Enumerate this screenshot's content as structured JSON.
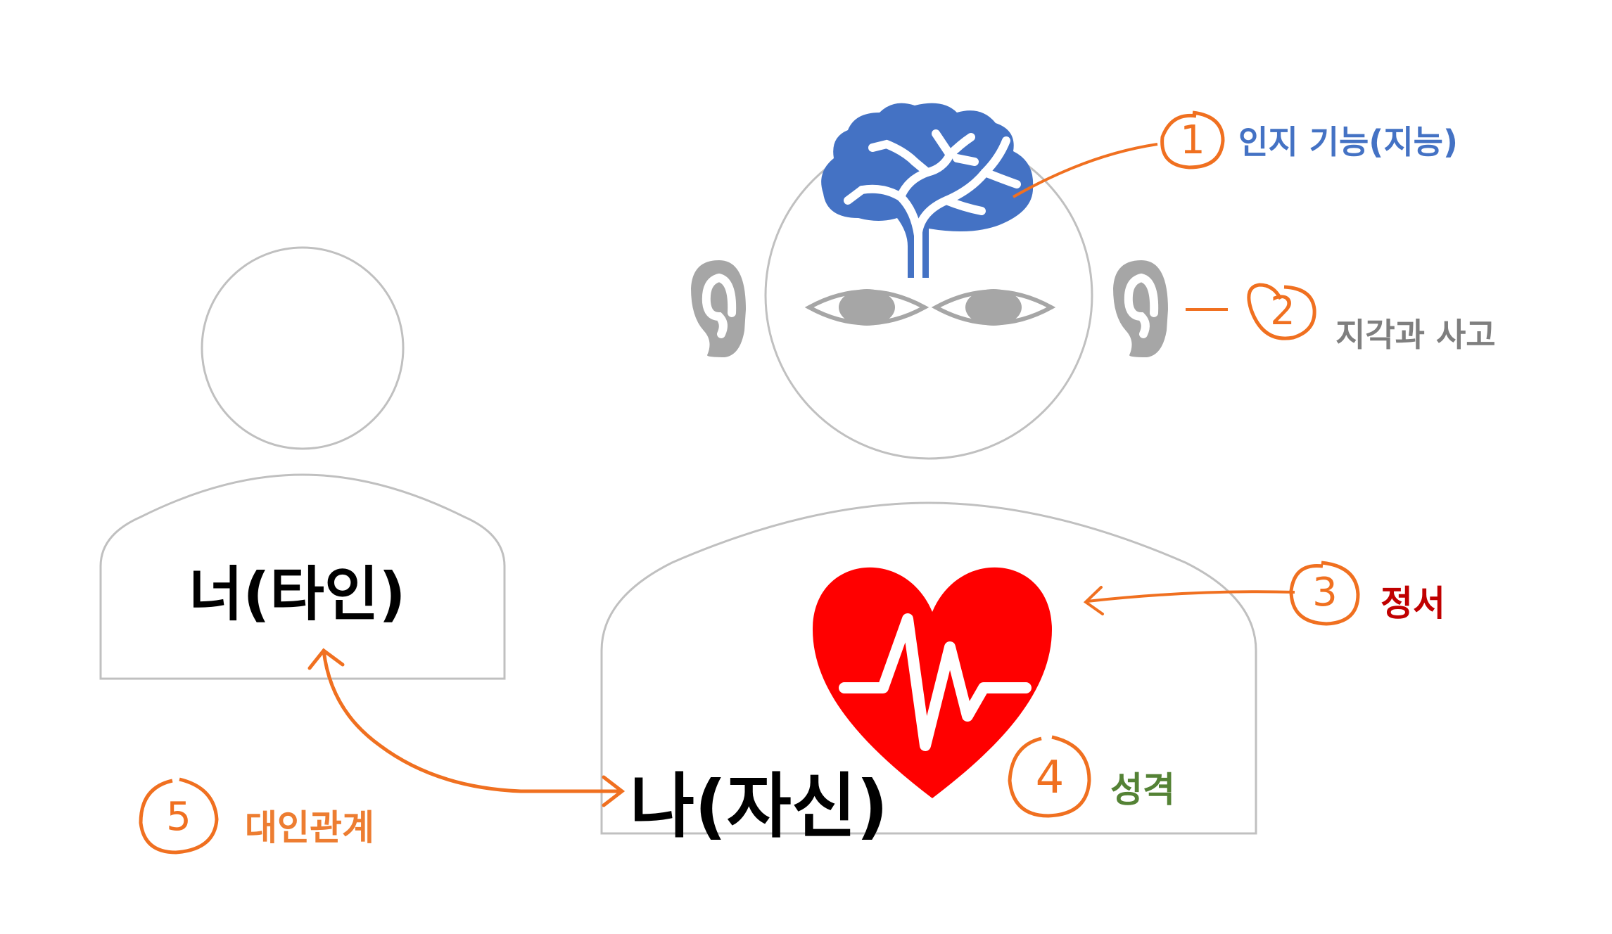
{
  "figures": {
    "other": {
      "label": "너(타인)"
    },
    "self": {
      "label": "나(자신)"
    }
  },
  "annotations": [
    {
      "number": "1",
      "label": "인지 기능(지능)",
      "color": "#4472c4"
    },
    {
      "number": "2",
      "label": "지각과 사고",
      "color": "#7f7f7f"
    },
    {
      "number": "3",
      "label": "정서",
      "color": "#c00000"
    },
    {
      "number": "4",
      "label": "성격",
      "color": "#548235"
    },
    {
      "number": "5",
      "label": "대인관계",
      "color": "#ed7d31"
    }
  ],
  "colors": {
    "outline": "#c0c0c0",
    "arrow": "#f07020",
    "brain": "#4472c4",
    "senses": "#a6a6a6",
    "heart": "#ff0000"
  },
  "icons": [
    "brain-icon",
    "eye-icon",
    "ear-icon",
    "heart-pulse-icon"
  ]
}
